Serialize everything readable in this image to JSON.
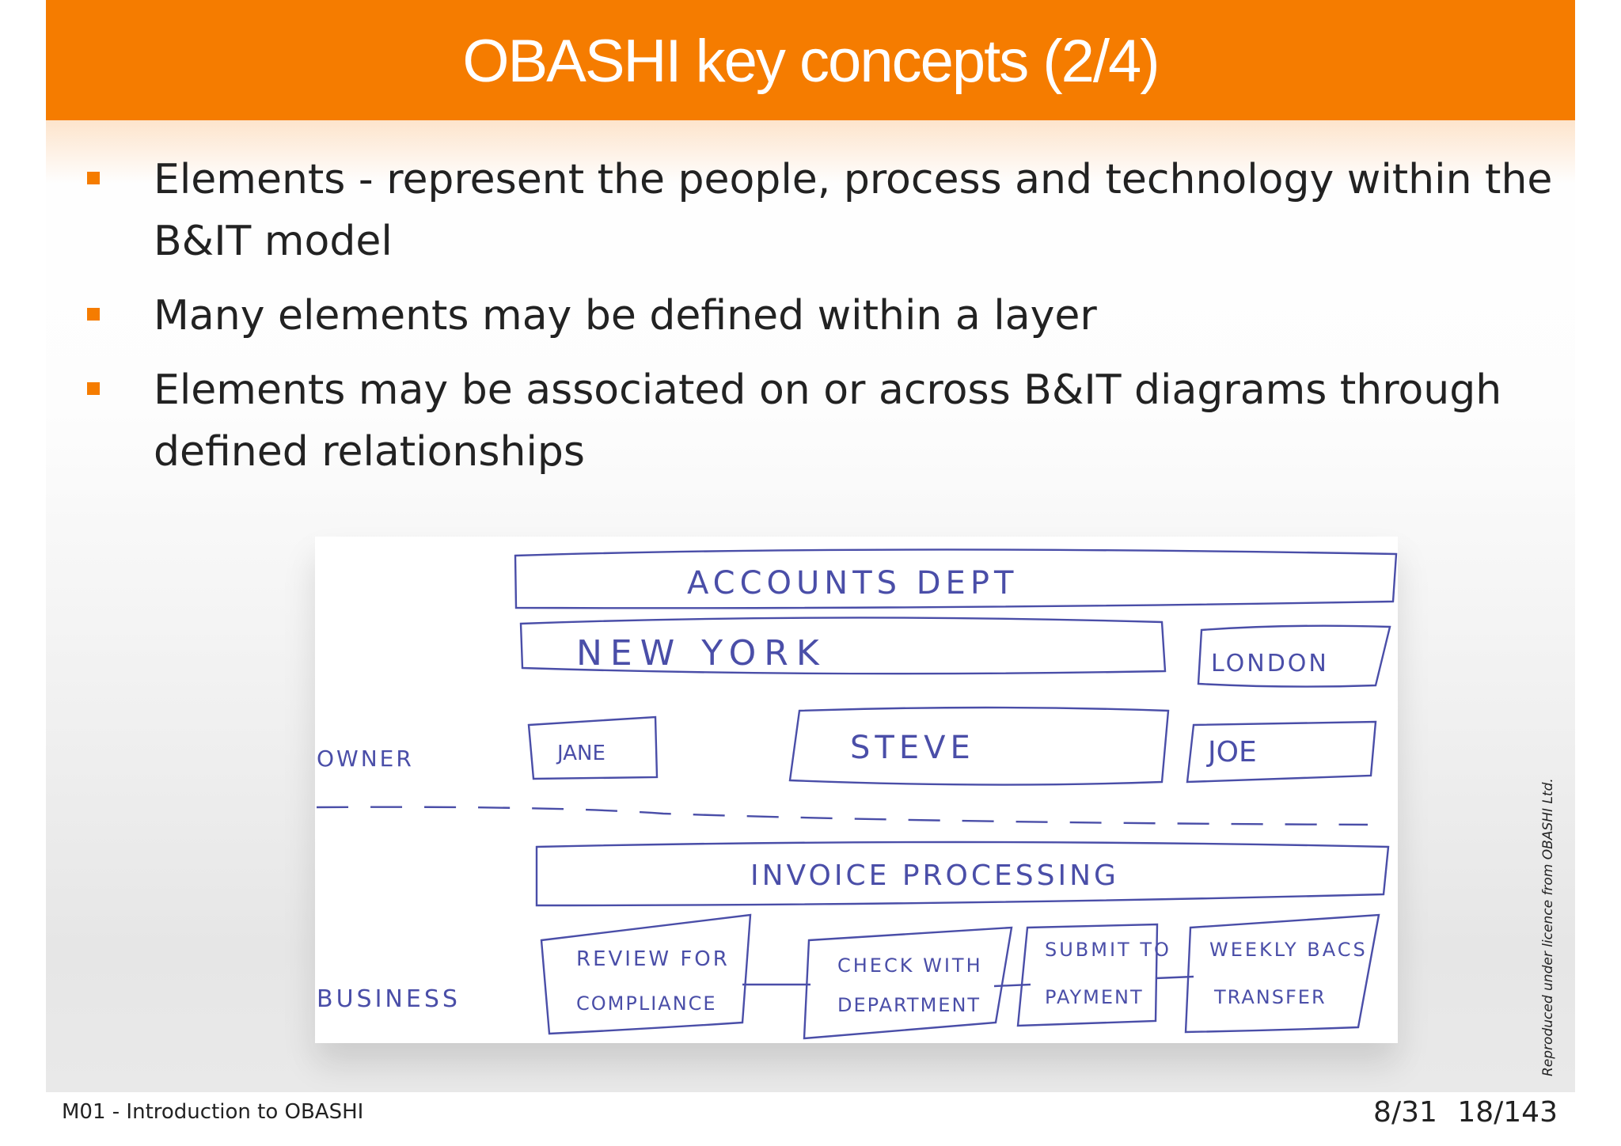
{
  "slide": {
    "title": "OBASHI key concepts (2/4)",
    "accent_color": "#f57c00",
    "bullets": [
      {
        "text": "Elements - represent the people, process and technology within the B&IT model"
      },
      {
        "text": "Many elements may be defined within a layer"
      },
      {
        "text": "Elements may be associated on or across B&IT diagrams through defined relationships"
      }
    ]
  },
  "sketch": {
    "ink_color": "#4a4ea8",
    "labels": {
      "owner": "OWNER",
      "business": "BUSINESS",
      "accounts": "ACCOUNTS DEPT",
      "new_york": "NEW YORK",
      "london": "LONDON",
      "jane": "JANE",
      "steve": "STEVE",
      "joe": "JOE",
      "invoice": "INVOICE PROCESSING",
      "review_1": "REVIEW FOR",
      "review_2": "COMPLIANCE",
      "check_1": "CHECK WITH",
      "check_2": "DEPARTMENT",
      "submit_1": "SUBMIT TO",
      "submit_2": "PAYMENT",
      "weekly_1": "WEEKLY BACS",
      "weekly_2": "TRANSFER"
    }
  },
  "credit": "Reproduced under licence from OBASHI Ltd.",
  "footer": {
    "module": "M01 - Introduction to OBASHI",
    "section_page": "8/31",
    "total_page": "18/143"
  }
}
